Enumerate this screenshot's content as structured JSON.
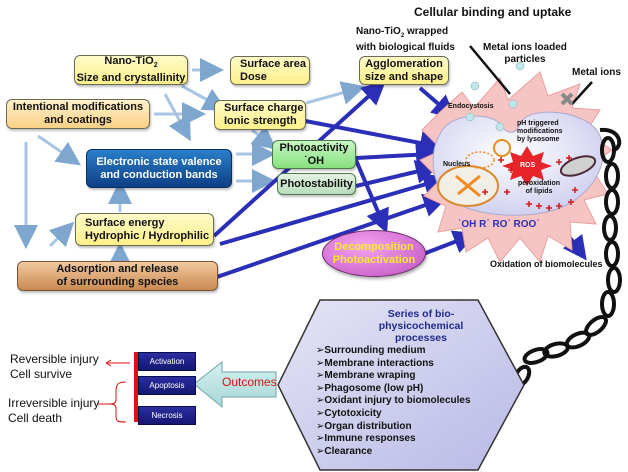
{
  "title": "Cellular binding and uptake",
  "nodes": {
    "nano_tio2": {
      "line1": "Nano-TiO",
      "sub": "2",
      "line2": "Size and crystallinity"
    },
    "surface_area": {
      "line1": "Surface area",
      "line2": "Dose"
    },
    "agglomeration": {
      "line1": "Agglomeration",
      "line2": "size and shape"
    },
    "intentional": {
      "line1": "Intentional modifications",
      "line2": "and coatings"
    },
    "surface_charge": {
      "line1": "Surface charge",
      "line2": "Ionic strength"
    },
    "electronic": {
      "line1": "Electronic  state valence",
      "line2": "and conduction bands"
    },
    "photoactivity": {
      "line1": "Photoactivity",
      "line2": "˙OH"
    },
    "photostability": {
      "line1": "Photostability"
    },
    "surface_energy": {
      "line1": "Surface energy",
      "line2": "Hydrophic / Hydrophilic"
    },
    "adsorption": {
      "line1": "Adsorption and release",
      "line2": "of surrounding species"
    },
    "decomposition": {
      "line1": "Decomposition",
      "line2": "Photoactivation"
    }
  },
  "cell": {
    "wrapped_label": {
      "line1a": "Nano-TiO",
      "sub": "2",
      "line1b": " wrapped",
      "line2": "with  biological fluids"
    },
    "metal_ions_loaded": {
      "line1": "Metal ions loaded",
      "line2": "particles"
    },
    "metal_ions": "Metal ions",
    "endocytosis": "Endocystosis",
    "ph_triggered": [
      "pH triggered",
      "modifications",
      "by lysosome"
    ],
    "nucleus": "Nucleus",
    "ros": "ROS",
    "peroxidation": [
      "peroxidation",
      "of lipids"
    ],
    "radicals": "˙OH  R˙  RO˙  ROO˙",
    "oxidation": "Oxidation of biomolecules"
  },
  "processes": {
    "title": [
      "Series of bio-",
      "physicochemical",
      "processes"
    ],
    "items": [
      "Surrounding medium",
      "Membrane interactions",
      "Membrane wraping",
      "Phagosome (low pH)",
      "Oxidant injury to biomolecules",
      "Cytotoxicity",
      "Organ distribution",
      "Immune responses",
      "Clearance"
    ],
    "bullet": "➢"
  },
  "outcomes": {
    "label": "Outcomes",
    "boxes": [
      "Activation",
      "Apoptosis",
      "Necrosis"
    ],
    "reversible": {
      "line1": "Reversible injury",
      "line2": "Cell survive"
    },
    "irreversible": {
      "line1": "Irreversible injury",
      "line2": "Cell death"
    }
  },
  "colors": {
    "dark_arrow": "#2b2fb8",
    "light_arrow": "#a8c6e4",
    "outcome_red": "#e01010",
    "title_navy": "#1f2b8c"
  }
}
